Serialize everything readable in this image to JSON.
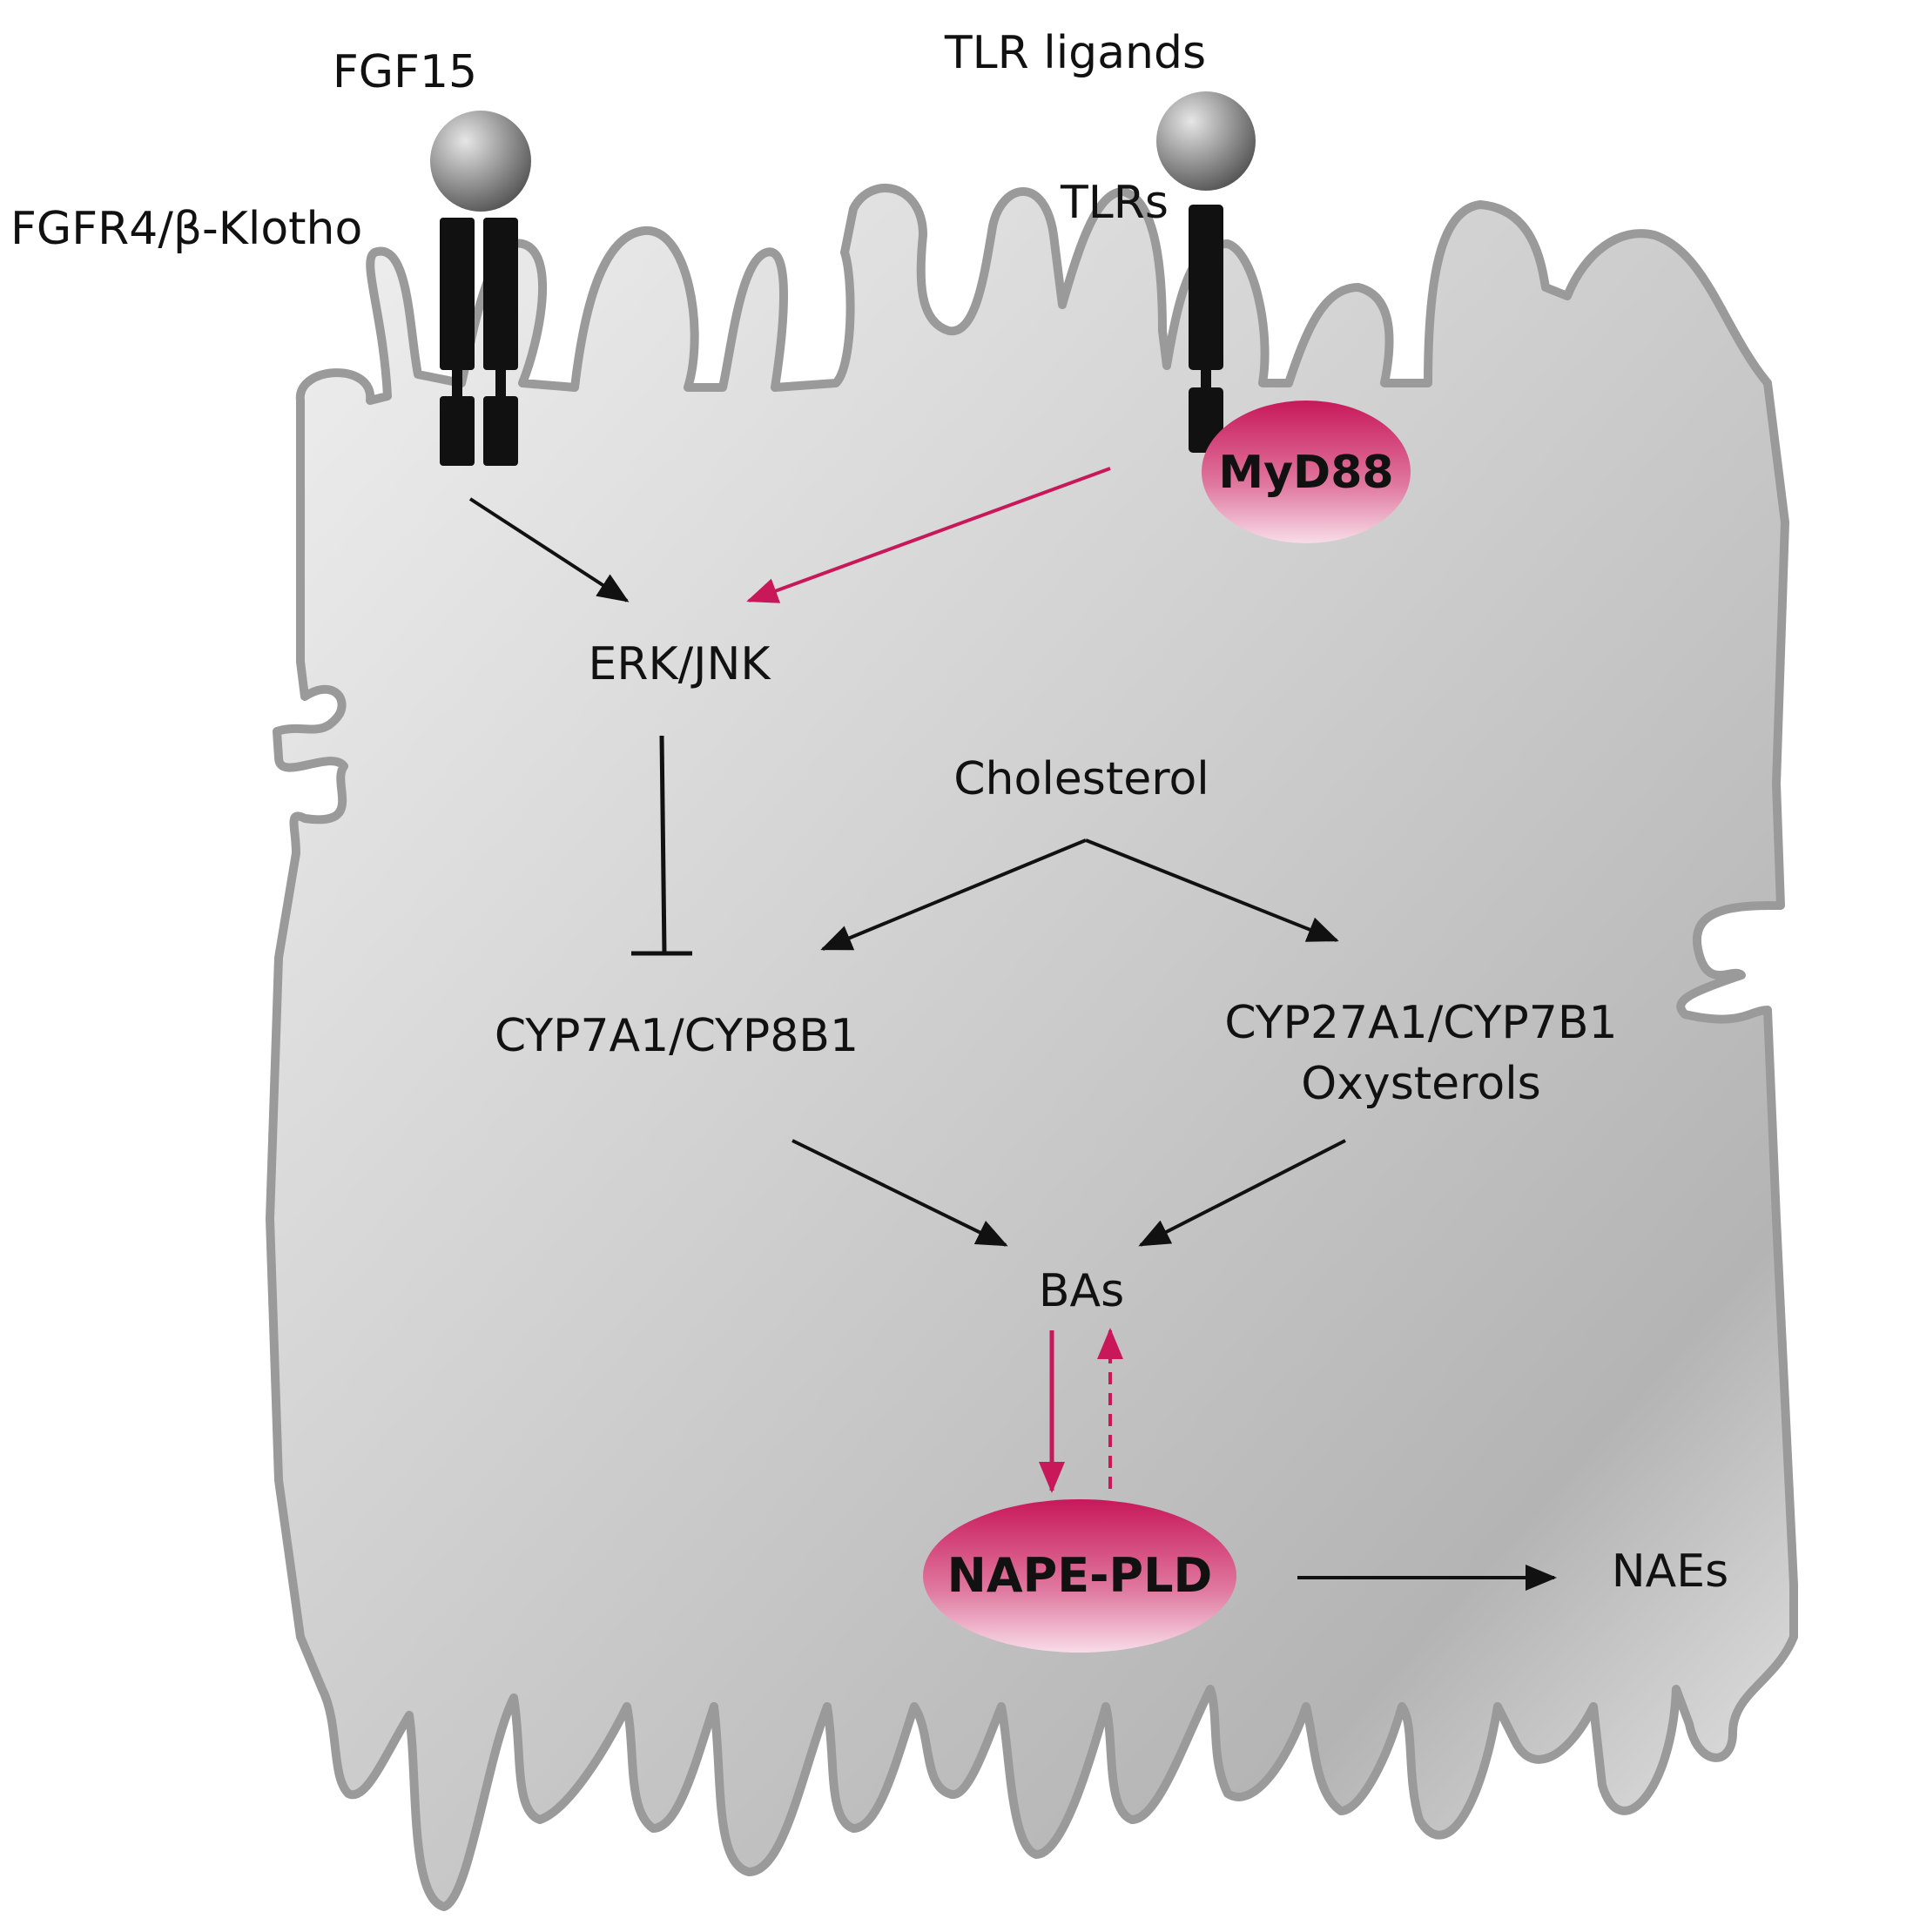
{
  "labels": {
    "fgf15": "FGF15",
    "fgfr4": "FGFR4/β-Klotho",
    "tlr_ligands": "TLR ligands",
    "tlrs": "TLRs",
    "myd88": "MyD88",
    "erk_jnk": "ERK/JNK",
    "cholesterol": "Cholesterol",
    "cyp7a1": "CYP7A1/CYP8B1",
    "cyp27a1": "CYP27A1/CYP7B1",
    "oxysterols": "Oxysterols",
    "bas": "BAs",
    "nape_pld": "NAPE-PLD",
    "naes": "NAEs"
  },
  "colors": {
    "accent": "#c8185a",
    "cell_fill_dark": "#a9a9a9",
    "cell_fill_light": "#f2f2f2",
    "cell_outline": "#9a9a9a",
    "receptor": "#111111",
    "arrow": "#111111"
  }
}
